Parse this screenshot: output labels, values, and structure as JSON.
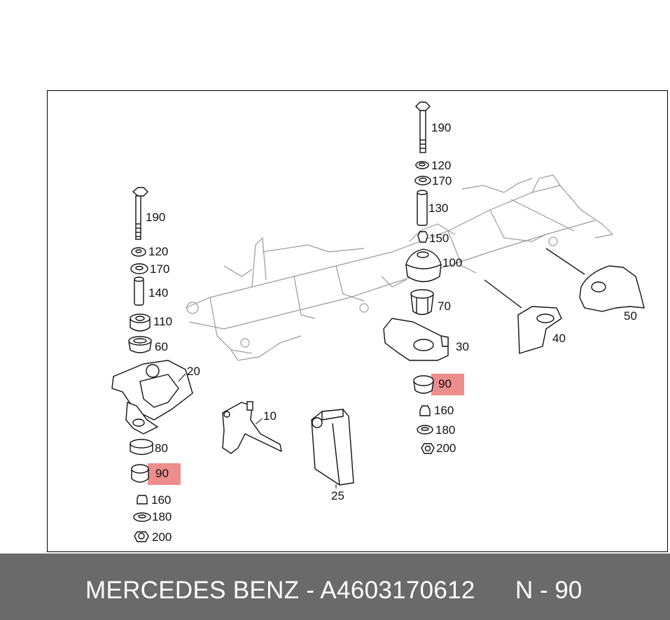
{
  "footer": {
    "part_text": "MERCEDES BENZ - A4603170612",
    "position_text": "N - 90"
  },
  "highlight_color": "#e87070",
  "callouts": {
    "left_stack": [
      "190",
      "120",
      "170",
      "140",
      "110",
      "60",
      "20",
      "80",
      "90",
      "160",
      "180",
      "200"
    ],
    "center": [
      "10",
      "25"
    ],
    "right_stack": [
      "190",
      "120",
      "170",
      "130",
      "150",
      "100",
      "70",
      "30",
      "90",
      "160",
      "180",
      "200"
    ],
    "frame": [
      "40",
      "50"
    ]
  }
}
